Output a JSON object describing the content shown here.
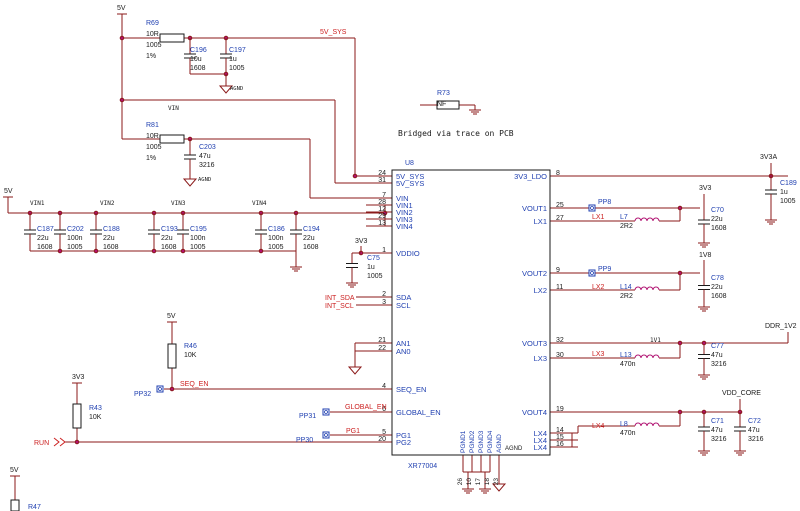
{
  "colors": {
    "wire": "#8b1a1a",
    "blue": "#1f3fb0",
    "net": "#cc2222",
    "part": "#1a1a1a",
    "comp": "#1f3fb0"
  },
  "nets": {
    "v5_top": "5V",
    "v5_left": "5V",
    "v5_r46": "5V",
    "v5_bottom": "5V",
    "v5_sys": "5V_SYS",
    "vin": "VIN",
    "vin1": "VIN1",
    "vin2": "VIN2",
    "vin3": "VIN3",
    "vin4": "VIN4",
    "v3v3_vddio": "3V3",
    "v3v3_r43": "3V3",
    "v3v3a": "3V3A",
    "v3v3_out": "3V3",
    "v1v8": "1V8",
    "v1v1": "1V1",
    "ddr": "DDR_1V2",
    "vdd_core": "VDD_CORE",
    "agnd1": "AGND",
    "agnd2": "AGND",
    "agnd_ic": "AGND",
    "int_sda": "INT_SDA",
    "int_scl": "INT_SCL",
    "seq_en": "SEQ_EN",
    "global_en": "GLOBAL_EN",
    "pg1": "PG1",
    "run": "RUN",
    "lx1": "LX1",
    "lx2": "LX2",
    "lx3": "LX3",
    "lx4": "LX4"
  },
  "note": "Bridged via trace on PCB",
  "ic": {
    "ref": "U8",
    "part": "XR77004",
    "left_pins": [
      {
        "num": "24",
        "name": "5V_SYS"
      },
      {
        "num": "31",
        "name": "5V_SYS"
      },
      {
        "num": "7",
        "name": "VIN"
      },
      {
        "num": "28",
        "name": "VIN1"
      },
      {
        "num": "12",
        "name": "VIN2"
      },
      {
        "num": "29",
        "name": "VIN3"
      },
      {
        "num": "13",
        "name": "VIN4"
      },
      {
        "num": "1",
        "name": "VDDIO"
      },
      {
        "num": "2",
        "name": "SDA"
      },
      {
        "num": "3",
        "name": "SCL"
      },
      {
        "num": "21",
        "name": "AN1"
      },
      {
        "num": "22",
        "name": "AN0"
      },
      {
        "num": "4",
        "name": "SEQ_EN"
      },
      {
        "num": "6",
        "name": "GLOBAL_EN"
      },
      {
        "num": "5",
        "name": "PG1"
      },
      {
        "num": "20",
        "name": "PG2"
      }
    ],
    "right_pins": [
      {
        "num": "8",
        "name": "3V3_LDO"
      },
      {
        "num": "25",
        "name": "VOUT1"
      },
      {
        "num": "27",
        "name": "LX1"
      },
      {
        "num": "9",
        "name": "VOUT2"
      },
      {
        "num": "11",
        "name": "LX2"
      },
      {
        "num": "32",
        "name": "VOUT3"
      },
      {
        "num": "30",
        "name": "LX3"
      },
      {
        "num": "19",
        "name": "VOUT4"
      },
      {
        "num": "14",
        "name": "LX4"
      },
      {
        "num": "15",
        "name": "LX4"
      },
      {
        "num": "16",
        "name": "LX4"
      }
    ],
    "bottom_pins": [
      {
        "num": "26",
        "name": "PGND1"
      },
      {
        "num": "10",
        "name": "PGND2"
      },
      {
        "num": "17",
        "name": "PGND3"
      },
      {
        "num": "18",
        "name": "PGND4"
      },
      {
        "num": "23",
        "name": "AGND"
      }
    ]
  },
  "components": [
    {
      "ref": "R69",
      "lines": [
        "10R",
        "1005",
        "1%"
      ]
    },
    {
      "ref": "C196",
      "lines": [
        "10u",
        "1608"
      ]
    },
    {
      "ref": "C197",
      "lines": [
        "1u",
        "1005"
      ]
    },
    {
      "ref": "R73",
      "lines": [
        "NF"
      ]
    },
    {
      "ref": "R81",
      "lines": [
        "10R",
        "1005",
        "1%"
      ]
    },
    {
      "ref": "C203",
      "lines": [
        "47u",
        "3216"
      ]
    },
    {
      "ref": "C187",
      "lines": [
        "22u",
        "1608"
      ]
    },
    {
      "ref": "C202",
      "lines": [
        "100n",
        "1005"
      ]
    },
    {
      "ref": "C188",
      "lines": [
        "22u",
        "1608"
      ]
    },
    {
      "ref": "C193",
      "lines": [
        "22u",
        "1608"
      ]
    },
    {
      "ref": "C195",
      "lines": [
        "100n",
        "1005"
      ]
    },
    {
      "ref": "C186",
      "lines": [
        "100n",
        "1005"
      ]
    },
    {
      "ref": "C194",
      "lines": [
        "22u",
        "1608"
      ]
    },
    {
      "ref": "C75",
      "lines": [
        "1u",
        "1005"
      ]
    },
    {
      "ref": "R46",
      "lines": [
        "10K"
      ]
    },
    {
      "ref": "R43",
      "lines": [
        "10K"
      ]
    },
    {
      "ref": "R47",
      "lines": []
    },
    {
      "ref": "C189",
      "lines": [
        "1u",
        "1005"
      ]
    },
    {
      "ref": "C70",
      "lines": [
        "22u",
        "1608"
      ]
    },
    {
      "ref": "L7",
      "lines": [
        "2R2"
      ]
    },
    {
      "ref": "C78",
      "lines": [
        "22u",
        "1608"
      ]
    },
    {
      "ref": "L14",
      "lines": [
        "2R2"
      ]
    },
    {
      "ref": "C77",
      "lines": [
        "47u",
        "3216"
      ]
    },
    {
      "ref": "L13",
      "lines": [
        "470n"
      ]
    },
    {
      "ref": "C71",
      "lines": [
        "47u",
        "3216"
      ]
    },
    {
      "ref": "C72",
      "lines": [
        "47u",
        "3216"
      ]
    },
    {
      "ref": "L8",
      "lines": [
        "470n"
      ]
    }
  ],
  "testpoints": {
    "pp8": "PP8",
    "pp9": "PP9",
    "pp32": "PP32",
    "pp31": "PP31",
    "pp30": "PP30"
  }
}
